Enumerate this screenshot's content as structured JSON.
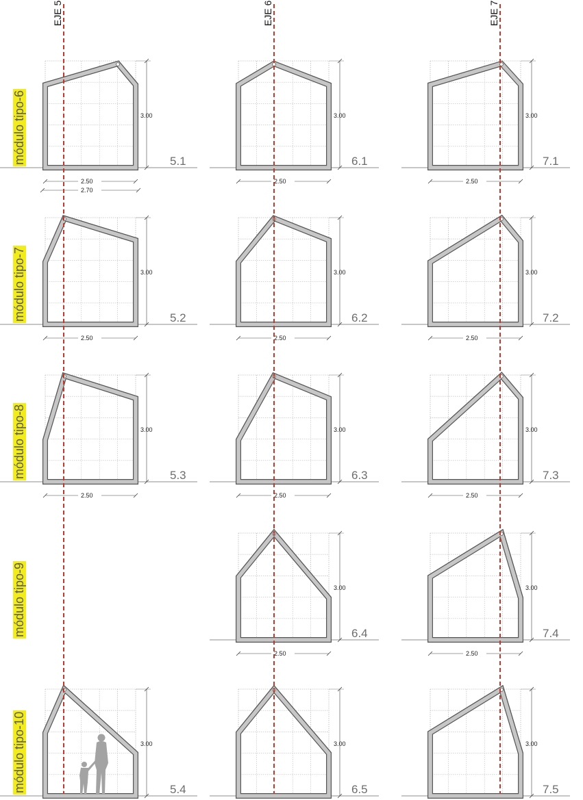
{
  "axes": [
    {
      "key": "e5",
      "label": "EJE 5"
    },
    {
      "key": "e6",
      "label": "EJE 6"
    },
    {
      "key": "e7",
      "label": "EJE 7"
    }
  ],
  "colors": {
    "axis_line": "#c0392b",
    "row_label_highlight": "#f2ec1c",
    "frame_fill": "#c6c6c6",
    "frame_stroke": "#555555",
    "grid": "#bbbbbb",
    "ground": "#666666",
    "code_text": "#6d6d6d",
    "silhouette": "#a3a3a3"
  },
  "rows": [
    {
      "label": "módulo tipo-6",
      "modules": [
        {
          "code": "5.1",
          "axis": "e5",
          "shape": "eje5-t6",
          "height_dim": "3.00",
          "width_dim": "2.50",
          "extra_width_dim": "2.70"
        },
        {
          "code": "6.1",
          "axis": "e6",
          "shape": "eje6-t6",
          "height_dim": "3.00",
          "width_dim": "2.50"
        },
        {
          "code": "7.1",
          "axis": "e7",
          "shape": "eje7-t6",
          "height_dim": "3.00",
          "width_dim": "2.50"
        }
      ]
    },
    {
      "label": "módulo tipo-7",
      "modules": [
        {
          "code": "5.2",
          "axis": "e5",
          "shape": "eje5-t7",
          "height_dim": "3.00",
          "width_dim": "2.50"
        },
        {
          "code": "6.2",
          "axis": "e6",
          "shape": "eje6-t7",
          "height_dim": "3.00",
          "width_dim": "2.50"
        },
        {
          "code": "7.2",
          "axis": "e7",
          "shape": "eje7-t7",
          "height_dim": "3.00",
          "width_dim": "2.50"
        }
      ]
    },
    {
      "label": "módulo tipo-8",
      "modules": [
        {
          "code": "5.3",
          "axis": "e5",
          "shape": "eje5-t8",
          "height_dim": "3.00",
          "width_dim": "2.50"
        },
        {
          "code": "6.3",
          "axis": "e6",
          "shape": "eje6-t8",
          "height_dim": "3.00",
          "width_dim": "2.50"
        },
        {
          "code": "7.3",
          "axis": "e7",
          "shape": "eje7-t8",
          "height_dim": "3.00",
          "width_dim": "2.50"
        }
      ]
    },
    {
      "label": "módulo tipo-9",
      "modules": [
        {
          "code": "6.4",
          "axis": "e6",
          "shape": "eje6-t9",
          "height_dim": "3.00",
          "width_dim": "2.50"
        },
        {
          "code": "7.4",
          "axis": "e7",
          "shape": "eje7-t9",
          "height_dim": "3.00",
          "width_dim": "2.50"
        }
      ]
    },
    {
      "label": "módulo tipo-10",
      "modules": [
        {
          "code": "5.4",
          "axis": "e5",
          "shape": "eje5-t10",
          "height_dim": "3.00",
          "person_silhouette": true
        },
        {
          "code": "6.5",
          "axis": "e6",
          "shape": "eje6-t10",
          "height_dim": "3.00"
        },
        {
          "code": "7.5",
          "axis": "e7",
          "shape": "eje7-t10",
          "height_dim": "3.00"
        }
      ]
    }
  ]
}
